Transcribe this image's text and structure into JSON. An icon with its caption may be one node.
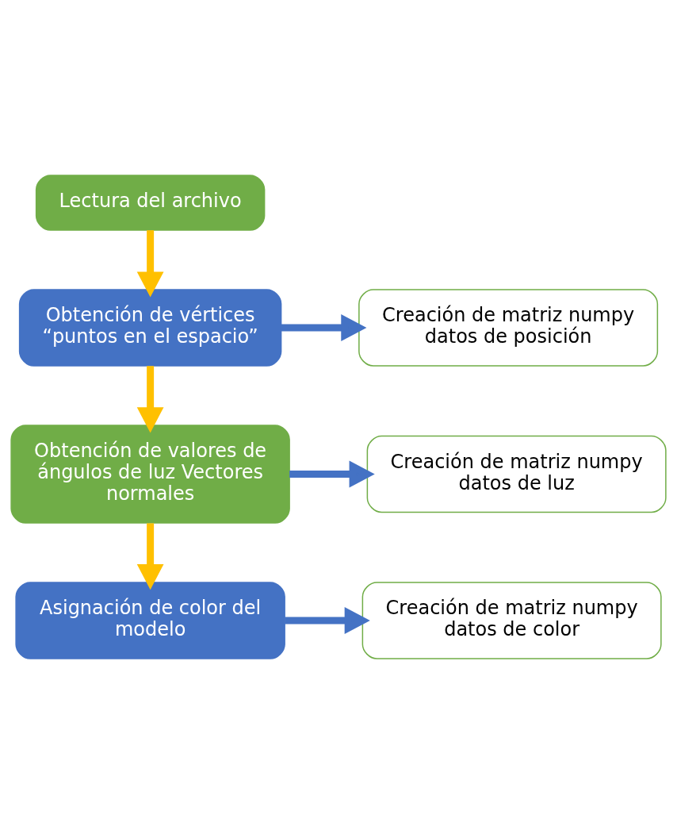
{
  "diagram": {
    "nodes": [
      {
        "text": [
          "Lectura del archivo"
        ]
      },
      {
        "text": [
          "Obtención de vértices “puntos en el espacio”"
        ]
      },
      {
        "text": [
          "Creación de matriz numpy datos de posición"
        ]
      },
      {
        "text": [
          "Obtención de valores de ángulos de luz Vectores normales"
        ]
      },
      {
        "text": [
          "Creación de matriz numpy datos de luz"
        ]
      },
      {
        "text": [
          "Asignación de color del modelo"
        ]
      },
      {
        "text": [
          "Creación de matriz numpy datos de color"
        ]
      }
    ],
    "edges": [
      {
        "from": 0,
        "to": 1,
        "arrow": "to",
        "color": "#ffc000"
      },
      {
        "from": 1,
        "to": 2,
        "arrow": "to",
        "color": "#4472c4"
      },
      {
        "from": 1,
        "to": 3,
        "arrow": "to",
        "color": "#ffc000"
      },
      {
        "from": 3,
        "to": 4,
        "arrow": "to",
        "color": "#4472c4"
      },
      {
        "from": 3,
        "to": 5,
        "arrow": "to",
        "color": "#ffc000"
      },
      {
        "from": 5,
        "to": 6,
        "arrow": "to",
        "color": "#4472c4"
      }
    ]
  }
}
